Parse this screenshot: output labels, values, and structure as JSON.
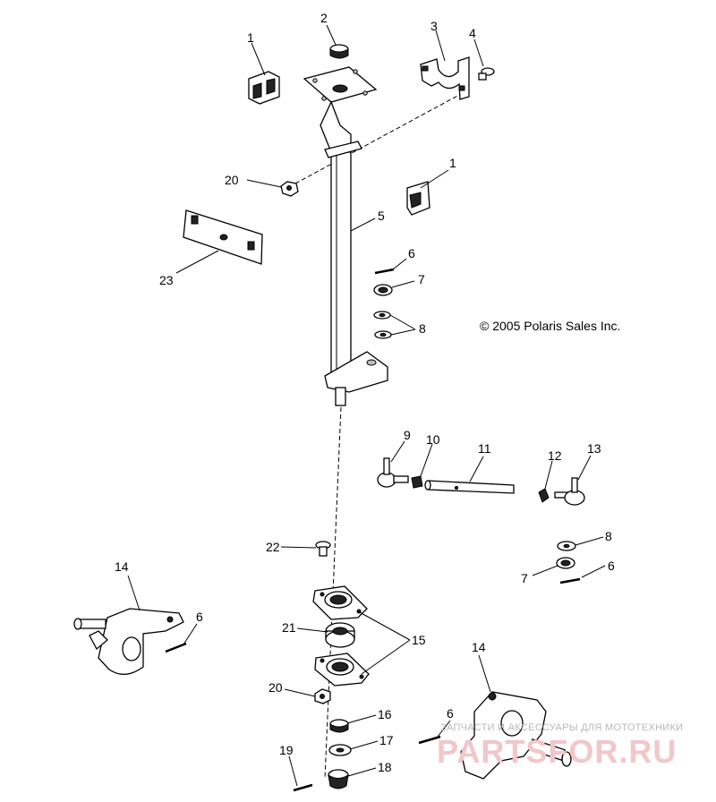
{
  "copyright": "© 2005 Polaris Sales Inc.",
  "watermark": {
    "tagline": "ЗАПЧАСТИ И АКСЕССУАРЫ ДЛЯ МОТОТЕХНИКИ",
    "brand": "PARTSFOR.RU"
  },
  "callouts": {
    "n1a": "1",
    "n2": "2",
    "n3": "3",
    "n4": "4",
    "n20a": "20",
    "n1b": "1",
    "n5": "5",
    "n23": "23",
    "n6a": "6",
    "n7a": "7",
    "n8a": "8",
    "n9": "9",
    "n10": "10",
    "n11": "11",
    "n12": "12",
    "n13": "13",
    "n22": "22",
    "n8b": "8",
    "n7b": "7",
    "n6b": "6",
    "n14a": "14",
    "n6c": "6",
    "n21": "21",
    "n15": "15",
    "n20b": "20",
    "n14b": "14",
    "n16": "16",
    "n6d": "6",
    "n17": "17",
    "n19": "19",
    "n18": "18"
  }
}
